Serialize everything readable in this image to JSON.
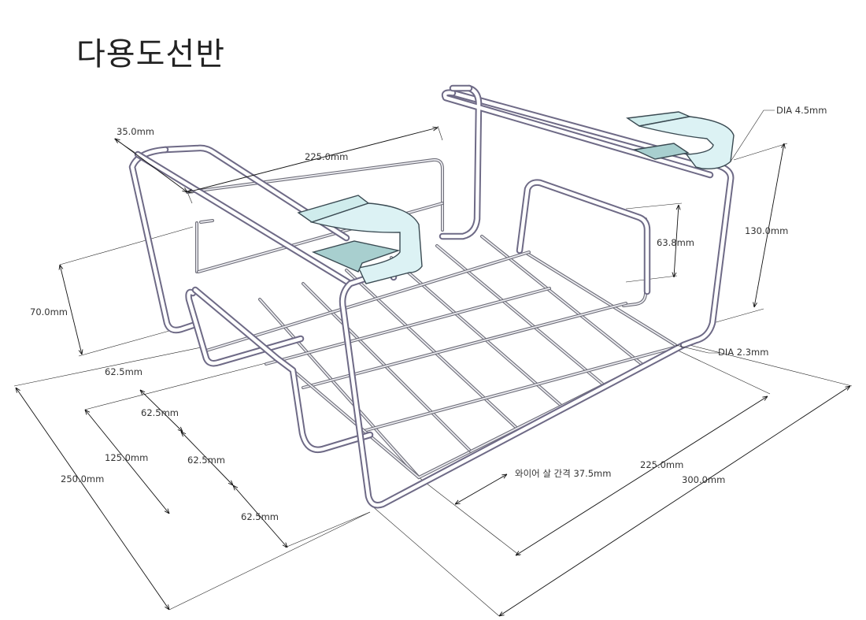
{
  "title": "다용도선반",
  "dimensions": {
    "top_clip_offset": "35.0mm",
    "top_span": "225.0mm",
    "right_height": "130.0mm",
    "inner_height": "63.8mm",
    "left_height": "70.0mm",
    "wire_dia_thick": "DIA 4.5mm",
    "wire_dia_thin": "DIA 2.3mm",
    "spacing_a": "62.5mm",
    "spacing_b": "62.5mm",
    "spacing_c": "62.5mm",
    "spacing_d": "62.5mm",
    "half_width": "125.0mm",
    "total_width": "250.0mm",
    "wire_pitch": "와이어 살 간격 37.5mm",
    "inner_length": "225.0mm",
    "total_length": "300.0mm"
  }
}
